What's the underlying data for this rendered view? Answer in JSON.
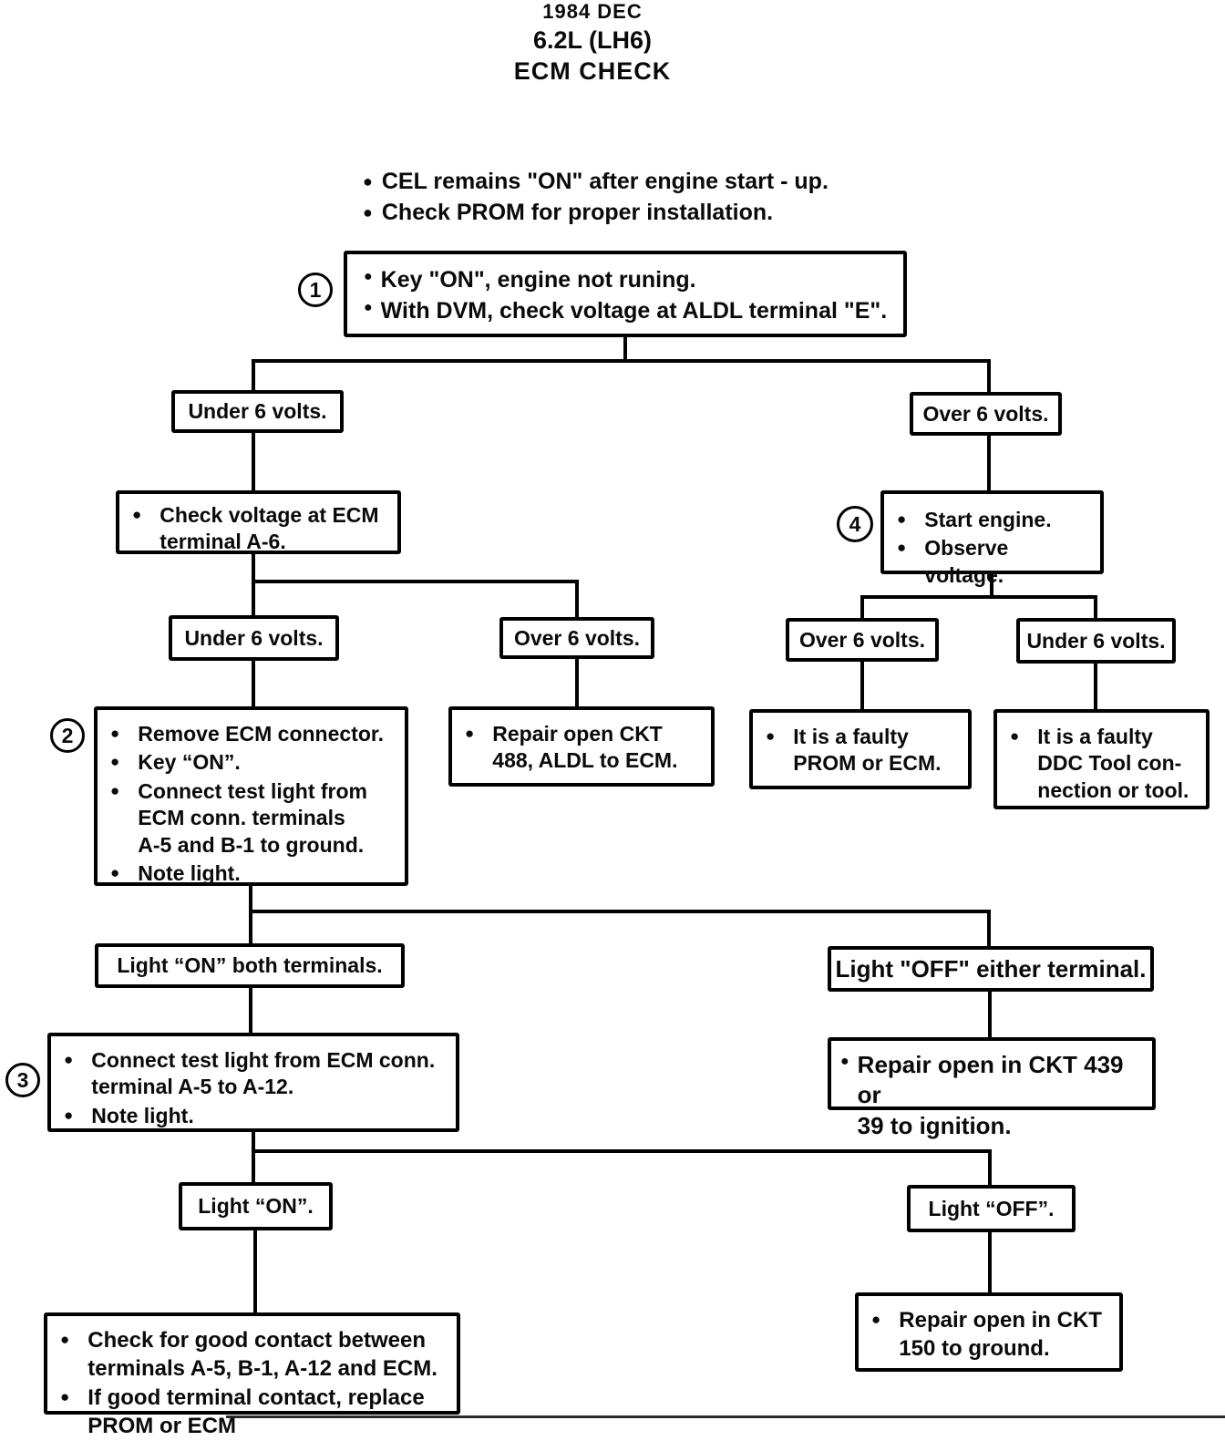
{
  "title": {
    "line1": "1984 DEC",
    "line2": "6.2L (LH6)",
    "line3": "ECM CHECK"
  },
  "intro": {
    "bullet1": "CEL remains \"ON\" after engine start - up.",
    "bullet2": "Check PROM for proper installation."
  },
  "steps": {
    "s1": "1",
    "s2": "2",
    "s3": "3",
    "s4": "4"
  },
  "nodes": {
    "box1": {
      "bullet1": "Key \"ON\", engine not runing.",
      "bullet2": "With DVM, check voltage at ALDL terminal \"E\"."
    },
    "under6_l1": {
      "label": "Under 6 volts."
    },
    "over6_r1": {
      "label": "Over 6 volts."
    },
    "check_a6": {
      "bullet1": "Check voltage at ECM\nterminal A-6."
    },
    "box4": {
      "bullet1": "Start engine.",
      "bullet2": "Observe voltage."
    },
    "under6_l2": {
      "label": "Under 6 volts."
    },
    "over6_l2": {
      "label": "Over 6 volts."
    },
    "over6_r2": {
      "label": "Over 6 volts."
    },
    "under6_r2": {
      "label": "Under 6 volts."
    },
    "box2": {
      "bullet1": "Remove ECM connector.",
      "bullet2": "Key “ON”.",
      "bullet3": "Connect test light from\nECM conn. terminals\nA-5 and B-1 to ground.",
      "bullet4": "Note light."
    },
    "repair488": {
      "bullet1": "Repair open CKT\n488, ALDL to ECM."
    },
    "faulty_prom": {
      "bullet1": "It is a faulty\nPROM or ECM."
    },
    "faulty_ddc": {
      "bullet1": "It is a faulty\nDDC Tool con-\nnection or tool."
    },
    "light_on_both": {
      "label": "Light “ON” both terminals."
    },
    "light_off_either": {
      "label": "Light \"OFF\" either terminal."
    },
    "box3": {
      "bullet1": "Connect test light from ECM conn.\nterminal A-5 to A-12.",
      "bullet2": "Note light."
    },
    "repair439": {
      "bullet1": "Repair open in CKT 439 or\n39 to ignition."
    },
    "light_on": {
      "label": "Light “ON”."
    },
    "light_off": {
      "label": "Light “OFF”."
    },
    "contact_check": {
      "bullet1": "Check for good contact between\nterminals A-5, B-1, A-12 and ECM.",
      "bullet2": "If good terminal contact, replace\nPROM or ECM"
    },
    "repair150": {
      "bullet1": "Repair open in CKT\n150 to ground."
    }
  }
}
